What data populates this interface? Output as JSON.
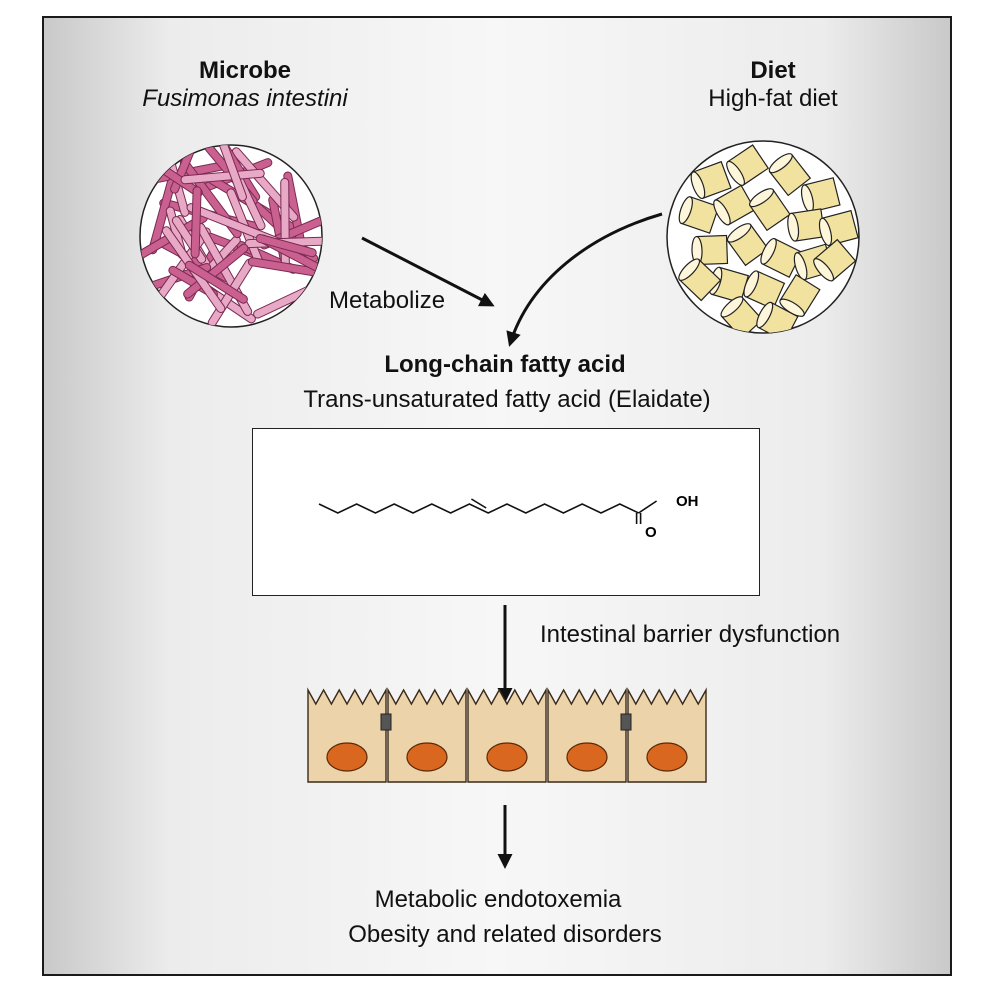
{
  "microbe": {
    "heading": "Microbe",
    "species": "Fusimonas intestini"
  },
  "diet": {
    "heading": "Diet",
    "type": "High-fat diet"
  },
  "arrow_label": "Metabolize",
  "fatty_acid": {
    "heading": "Long-chain fatty acid",
    "name": "Trans-unsaturated fatty acid (Elaidate)"
  },
  "molecule": {
    "oh_label": "OH",
    "o_label": "O"
  },
  "barrier_label": "Intestinal barrier dysfunction",
  "outcomes": {
    "line1": "Metabolic endotoxemia",
    "line2": "Obesity and related disorders"
  },
  "colors": {
    "bacteria": "#c9608f",
    "fat_block": "#f2e2a0",
    "cell": "#ecd3aa",
    "nucleus": "#d9671f",
    "outline": "#222222"
  },
  "icons": {
    "microbe_circle": "rod-bacteria-cluster",
    "diet_circle": "fat-cubes",
    "cells": "intestinal-epithelial-cells"
  }
}
